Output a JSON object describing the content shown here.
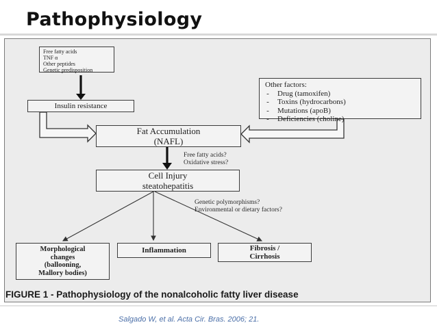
{
  "slide": {
    "title": "Pathophysiology",
    "citation": "Salgado W, et al. Acta Cir. Bras. 2006; 21."
  },
  "figure": {
    "caption": "FIGURE 1 - Pathophysiology of the nonalcoholic fatty liver disease",
    "risk_factors": [
      "Free fatty acids",
      "TNF α",
      "Other peptides",
      "Genetic predisposition"
    ],
    "insulin_resistance": "Insulin resistance",
    "other_factors": {
      "heading": "Other factors:",
      "items": [
        "Drug (tamoxifen)",
        "Toxins (hydrocarbons)",
        "Mutations (apoB)",
        "Deficiencies (choline)"
      ]
    },
    "fat_accumulation": {
      "line1": "Fat Accumulation",
      "line2": "(NAFL)"
    },
    "note_1": [
      "Free fatty acids?",
      "Oxidative stress?"
    ],
    "cell_injury": {
      "line1": "Cell Injury",
      "line2": "steatohepatitis"
    },
    "note_2": [
      "Genetic polymorphisms?",
      "Environmental or dietary factors?"
    ],
    "outcomes": {
      "morphological": [
        "Morphological",
        "changes",
        "(ballooning,",
        "Mallory bodies)"
      ],
      "inflammation": "Inflammation",
      "fibrosis": [
        "Fibrosis /",
        "Cirrhosis"
      ]
    },
    "colors": {
      "frame_bg": "#ececec",
      "box_bg": "#f3f3f3",
      "ink": "#1e1e1e",
      "citation": "#4b6fa8"
    }
  }
}
